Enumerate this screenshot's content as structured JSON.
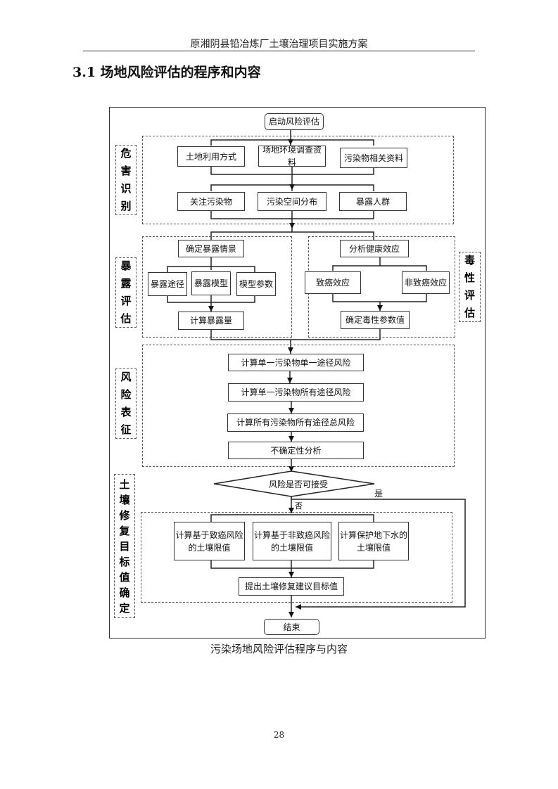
{
  "header": {
    "title": "原湘阴县铅冶炼厂土壤治理项目实施方案"
  },
  "section": {
    "title": "3.1 场地风险评估的程序和内容"
  },
  "flowchart": {
    "start": "启动风险评估",
    "stages": {
      "hazard_identification": {
        "label": "危害识别",
        "chars": [
          "危",
          "害",
          "识",
          "别"
        ]
      },
      "exposure_assessment": {
        "label": "暴露评估",
        "chars": [
          "暴",
          "露",
          "评",
          "估"
        ]
      },
      "toxicity_assessment": {
        "label": "毒性评估",
        "chars": [
          "毒",
          "性",
          "评",
          "估"
        ]
      },
      "risk_characterization": {
        "label": "风险表征",
        "chars": [
          "风",
          "险",
          "表",
          "征"
        ]
      },
      "remediation_target": {
        "label": "土壤修复目标值确定",
        "chars": [
          "土",
          "壤",
          "修",
          "复",
          "目",
          "标",
          "值",
          "确",
          "定"
        ]
      }
    },
    "hazard": {
      "inputs": [
        "土地利用方式",
        "场地环境调查资料",
        "污染物相关资料"
      ],
      "outputs": [
        "关注污染物",
        "污染空间分布",
        "暴露人群"
      ]
    },
    "exposure": {
      "scenario": "确定暴露情景",
      "items": [
        "暴露途径",
        "暴露模型",
        "模型参数"
      ],
      "result": "计算暴露量"
    },
    "toxicity": {
      "analysis": "分析健康效应",
      "items": [
        "致癌效应",
        "非致癌效应"
      ],
      "result": "确定毒性参数值"
    },
    "risk": {
      "steps": [
        "计算单一污染物单一途径风险",
        "计算单一污染物所有途径风险",
        "计算所有污染物所有途径总风险",
        "不确定性分析"
      ]
    },
    "decision": {
      "question": "风险是否可接受",
      "yes": "是",
      "no": "否"
    },
    "remediation": {
      "items": [
        {
          "line1": "计算基于致癌风险",
          "line2": "的土壤限值"
        },
        {
          "line1": "计算基于非致癌风险",
          "line2": "的土壤限值"
        },
        {
          "line1": "计算保护地下水的",
          "line2": "土壤限值"
        }
      ],
      "result": "提出土壤修复建议目标值"
    },
    "end": "结束"
  },
  "caption": "污染场地风险评估程序与内容",
  "page_number": "28"
}
